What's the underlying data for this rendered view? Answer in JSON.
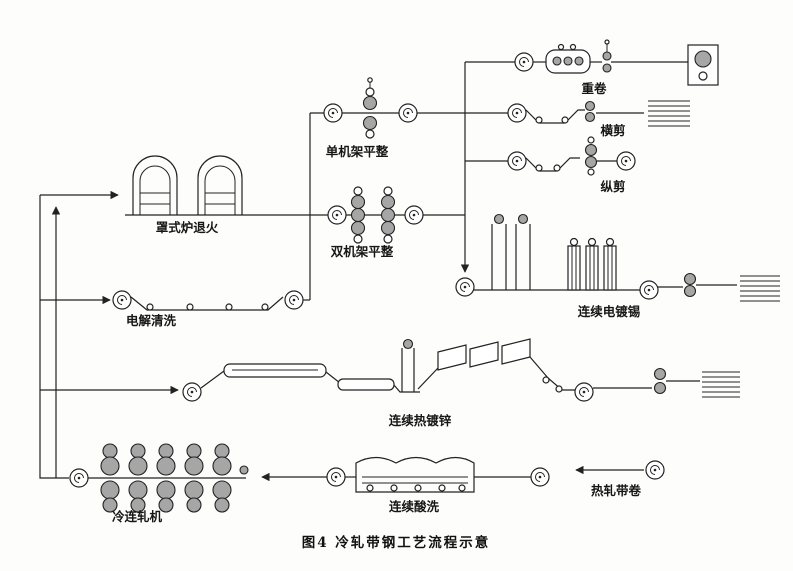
{
  "meta": {
    "caption": "图4  冷轧带钢工艺流程示意"
  },
  "labels": {
    "bell_furnace": "罩式炉退火",
    "single_stand_temper": "单机架平整",
    "double_stand_temper": "双机架平整",
    "rewinding": "重卷",
    "cross_shearing": "横剪",
    "slitting": "纵剪",
    "continuous_tinning": "连续电镀锡",
    "electrolytic_cleaning": "电解清洗",
    "continuous_galvanizing": "连续热镀锌",
    "continuous_pickling": "连续酸洗",
    "tandem_cold_mill": "冷连轧机",
    "hot_rolled_coil": "热轧带卷"
  },
  "colors": {
    "ink": "#222222",
    "paper": "#fdfdfb",
    "roll_fill": "#a6a6a6"
  }
}
